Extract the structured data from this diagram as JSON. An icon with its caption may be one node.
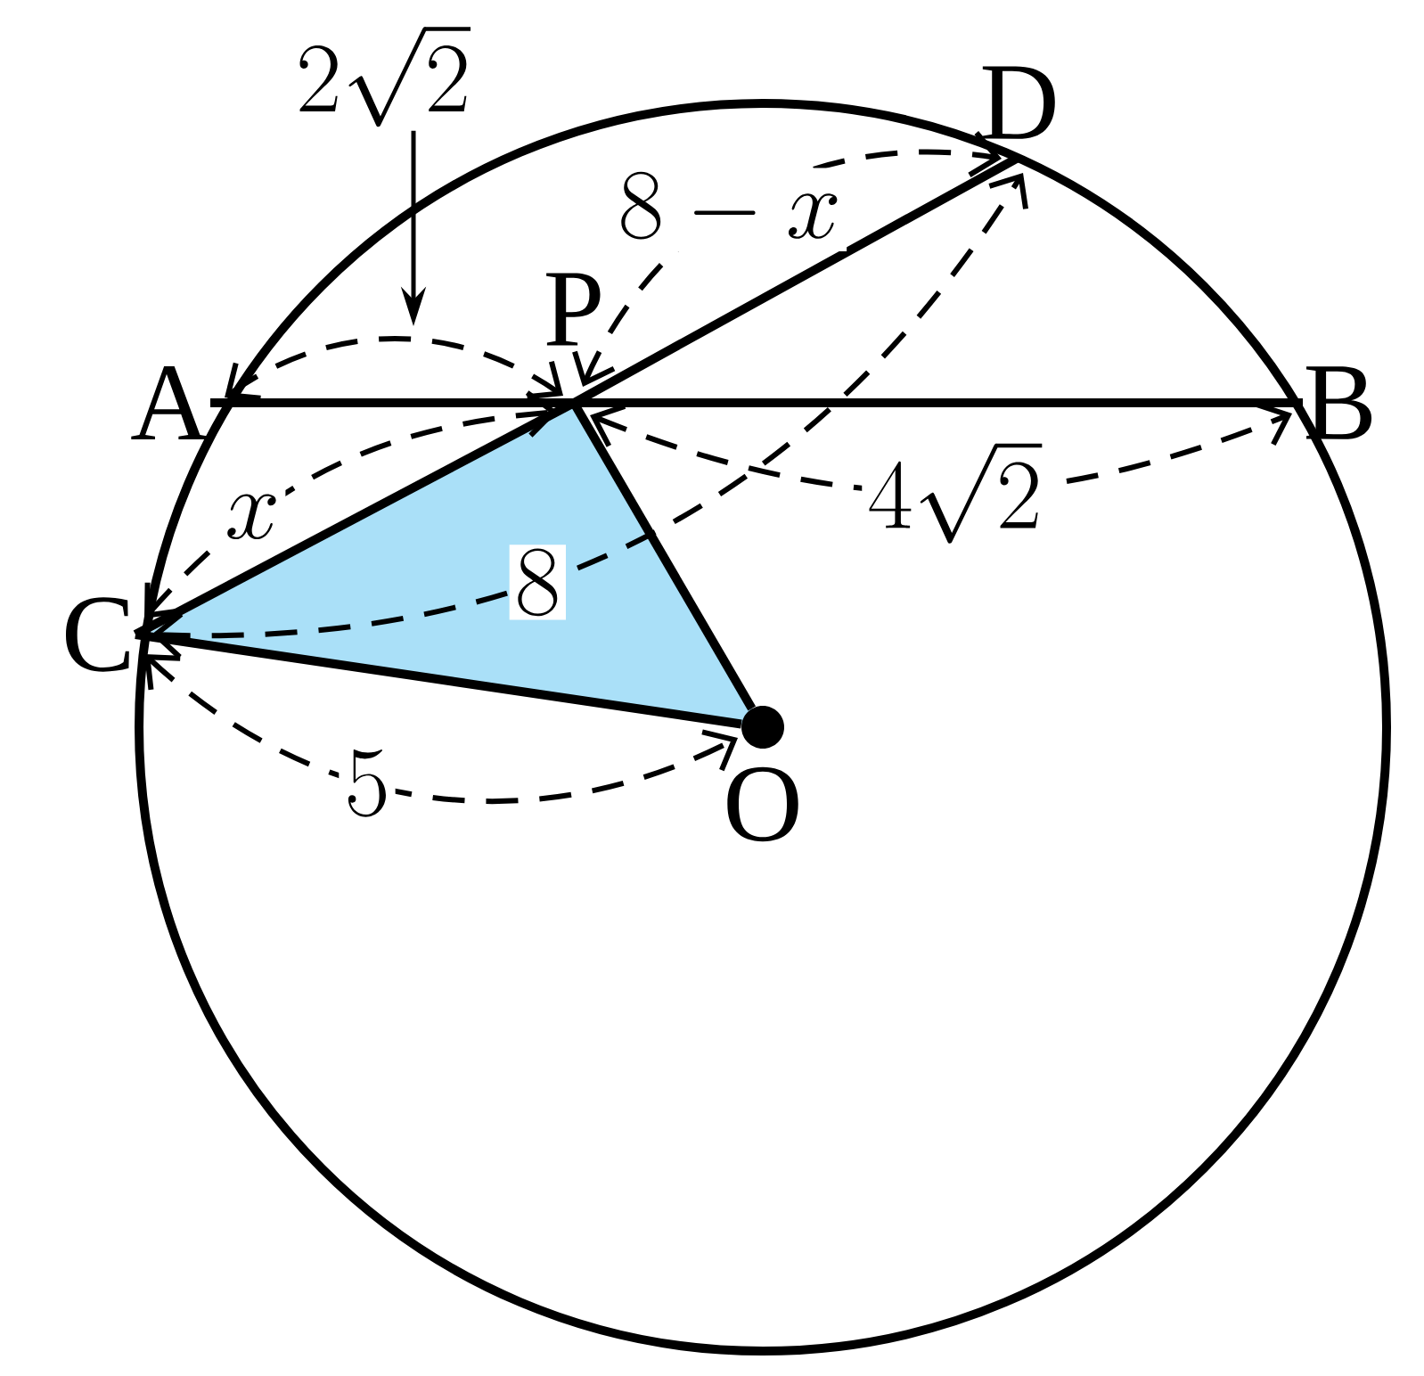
{
  "diagram": {
    "nodes": [
      {
        "text": [
          "A"
        ]
      },
      {
        "text": [
          "B"
        ]
      },
      {
        "text": [
          "C"
        ]
      },
      {
        "text": [
          "D"
        ]
      },
      {
        "text": [
          "P"
        ]
      },
      {
        "text": [
          "O"
        ]
      },
      {
        "text": [
          "2\\sqrt{2}"
        ]
      }
    ],
    "edges": [
      {
        "from": 0,
        "to": 1,
        "arrow": "none"
      },
      {
        "from": 4,
        "to": 3,
        "arrow": "none"
      },
      {
        "from": 2,
        "to": 4,
        "arrow": "none"
      },
      {
        "from": 4,
        "to": 5,
        "arrow": "none"
      },
      {
        "from": 2,
        "to": 5,
        "arrow": "none"
      },
      {
        "from": 6,
        "to": null,
        "arrow": "to"
      },
      {
        "from": 0,
        "to": 4,
        "arrow": "both",
        "style": "dashed"
      },
      {
        "from": 4,
        "to": 3,
        "arrow": "both",
        "style": "dashed",
        "label": "8-x"
      },
      {
        "from": 2,
        "to": 4,
        "arrow": "both",
        "style": "dashed",
        "label": "x"
      },
      {
        "from": 2,
        "to": 3,
        "arrow": "both",
        "style": "dashed",
        "label": "8"
      },
      {
        "from": 4,
        "to": 1,
        "arrow": "both",
        "style": "dashed",
        "label": "4\\sqrt{2}"
      },
      {
        "from": 2,
        "to": 5,
        "arrow": "both",
        "style": "dashed",
        "label": "5"
      }
    ]
  }
}
